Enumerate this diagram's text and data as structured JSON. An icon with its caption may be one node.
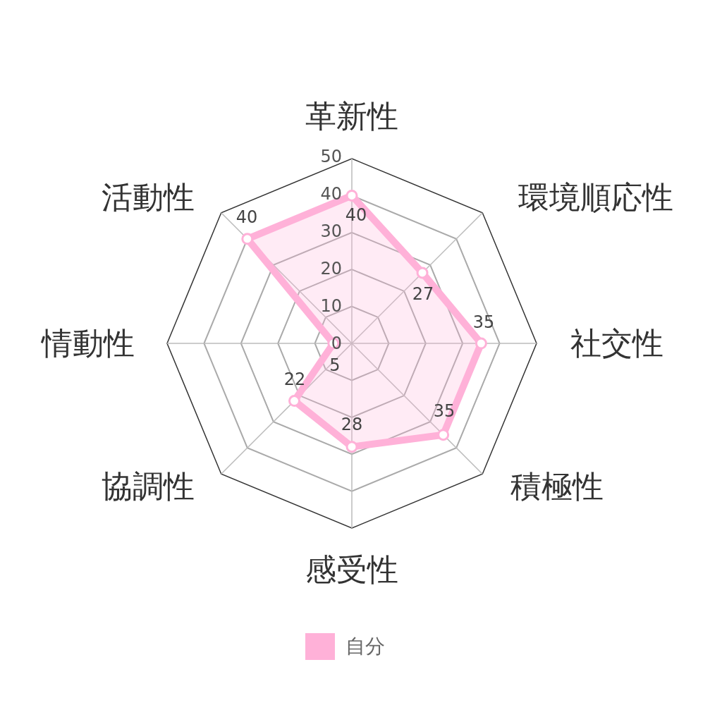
{
  "diagram": {
    "labels": [
      "革新性",
      "50",
      "活動性",
      "環境順応性",
      "40",
      "40",
      "40",
      "30",
      "20",
      "27",
      "10",
      "35",
      "情動性",
      "社交性",
      "0",
      "5",
      "22",
      "35",
      "28",
      "協調性",
      "積極性",
      "感受性"
    ],
    "legend": [
      {
        "text": "自分",
        "color": "#ffb1d8"
      }
    ]
  }
}
